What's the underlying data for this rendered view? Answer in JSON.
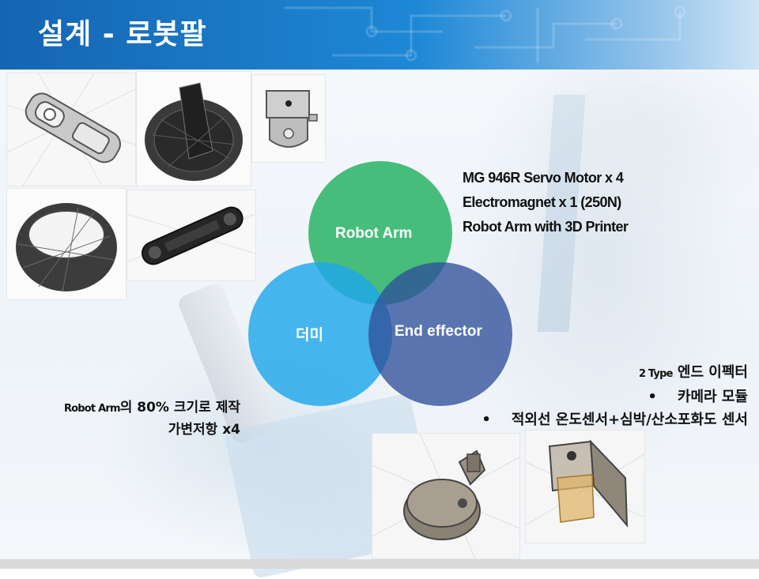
{
  "slide": {
    "title": "설계 - 로봇팔"
  },
  "venn": {
    "circles": [
      {
        "label": "Robot Arm",
        "color": "#2fb56a"
      },
      {
        "label": "더미",
        "color": "#1ea7ea"
      },
      {
        "label": "End effector",
        "color": "#2f4f9a"
      }
    ]
  },
  "specs": [
    "MG 946R Servo Motor x 4",
    "Electromagnet  x 1 (250N)",
    "Robot Arm with 3D Printer"
  ],
  "end_effector": {
    "prefix": "2 Type",
    "title": "엔드 이펙터",
    "bullet": "•",
    "items": [
      "카메라 모듈",
      "적외선 온도센서+심박/산소포화도 센서"
    ]
  },
  "dummy": {
    "prefix": "Robot Arm",
    "line1_rest": "의  80% 크기로 제작",
    "line2": "가변저항 x4"
  },
  "colors": {
    "header_blue": "#1e88d6",
    "robot_arm_green": "#2fb56a",
    "dummy_blue": "#1ea7ea",
    "end_effector_navy": "#2f4f9a"
  }
}
